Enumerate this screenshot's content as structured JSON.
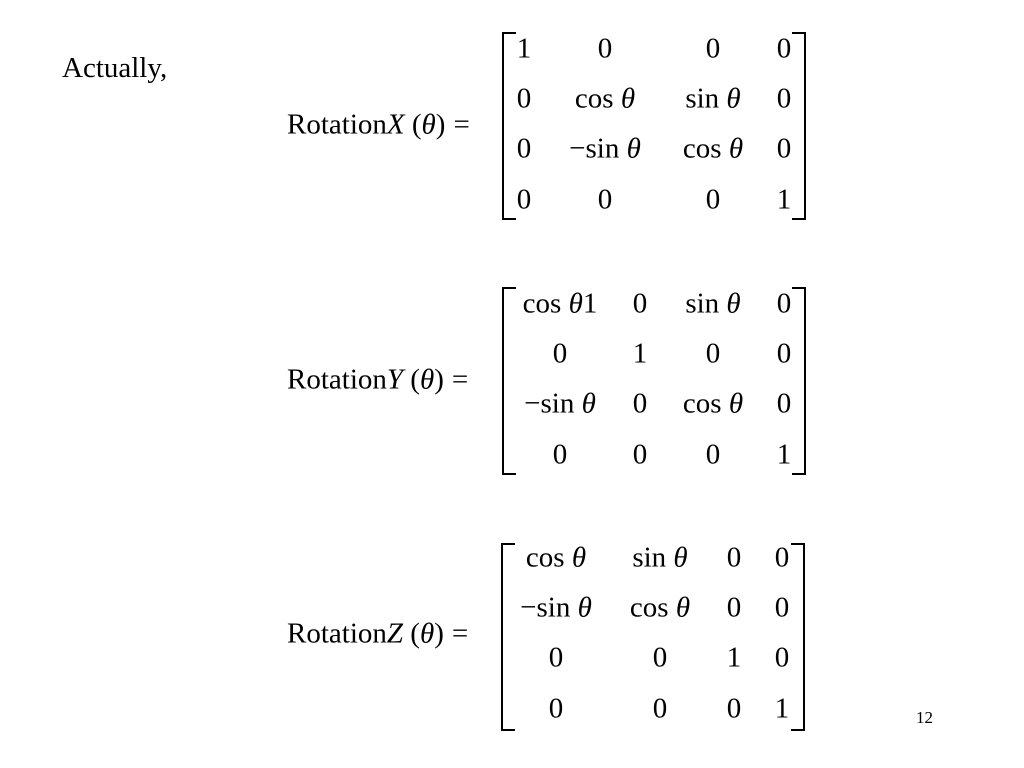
{
  "slide": {
    "intro_text": "Actually,",
    "page_number": "12"
  },
  "equations": [
    {
      "lhs": {
        "name": "Rotation",
        "axis": "X",
        "arg": "θ"
      },
      "rows": [
        [
          "1",
          "0",
          "0",
          "0"
        ],
        [
          "0",
          "cos θ",
          "sin θ",
          "0"
        ],
        [
          "0",
          "−sin θ",
          "cos θ",
          "0"
        ],
        [
          "0",
          "0",
          "0",
          "1"
        ]
      ]
    },
    {
      "lhs": {
        "name": "Rotation",
        "axis": "Y",
        "arg": "θ"
      },
      "rows": [
        [
          "cos θ1",
          "0",
          "sin θ",
          "0"
        ],
        [
          "0",
          "1",
          "0",
          "0"
        ],
        [
          "−sin θ",
          "0",
          "cos θ",
          "0"
        ],
        [
          "0",
          "0",
          "0",
          "1"
        ]
      ]
    },
    {
      "lhs": {
        "name": "Rotation",
        "axis": "Z",
        "arg": "θ"
      },
      "rows": [
        [
          "cos θ",
          "sin θ",
          "0",
          "0"
        ],
        [
          "−sin θ",
          "cos θ",
          "0",
          "0"
        ],
        [
          "0",
          "0",
          "1",
          "0"
        ],
        [
          "0",
          "0",
          "0",
          "1"
        ]
      ]
    }
  ]
}
